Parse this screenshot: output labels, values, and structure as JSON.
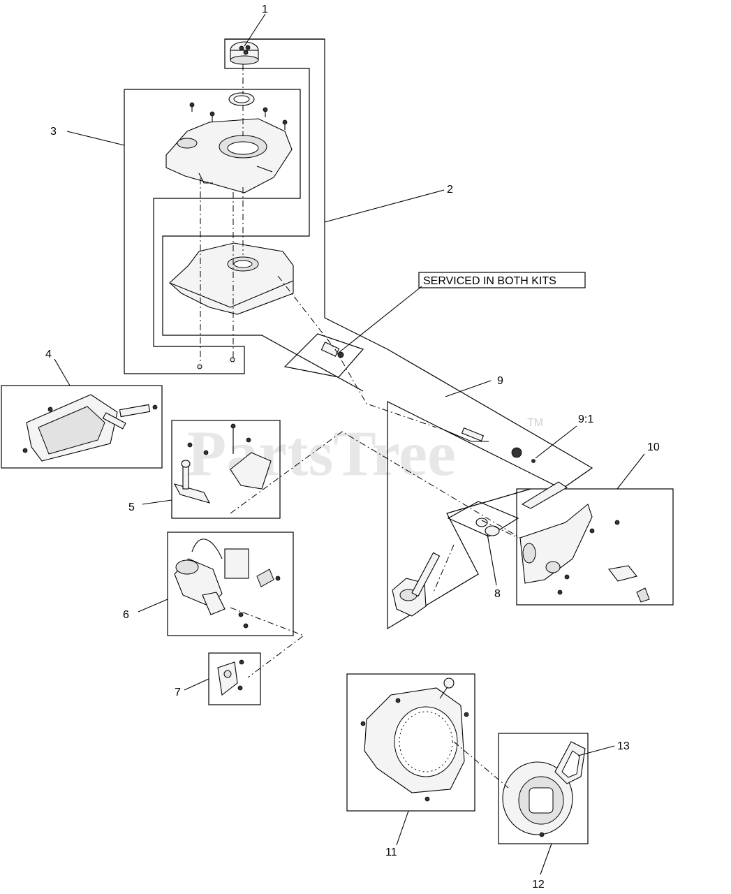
{
  "watermark": {
    "text": "PartsTree",
    "tm": "TM"
  },
  "note": {
    "text": "SERVICED IN BOTH KITS"
  },
  "callouts": [
    {
      "id": "1",
      "label": "1"
    },
    {
      "id": "2",
      "label": "2"
    },
    {
      "id": "3",
      "label": "3"
    },
    {
      "id": "4",
      "label": "4"
    },
    {
      "id": "5",
      "label": "5"
    },
    {
      "id": "6",
      "label": "6"
    },
    {
      "id": "7",
      "label": "7"
    },
    {
      "id": "8",
      "label": "8"
    },
    {
      "id": "9",
      "label": "9"
    },
    {
      "id": "9_1",
      "label": "9:1"
    },
    {
      "id": "10",
      "label": "10"
    },
    {
      "id": "11",
      "label": "11"
    },
    {
      "id": "12",
      "label": "12"
    },
    {
      "id": "13",
      "label": "13"
    }
  ]
}
